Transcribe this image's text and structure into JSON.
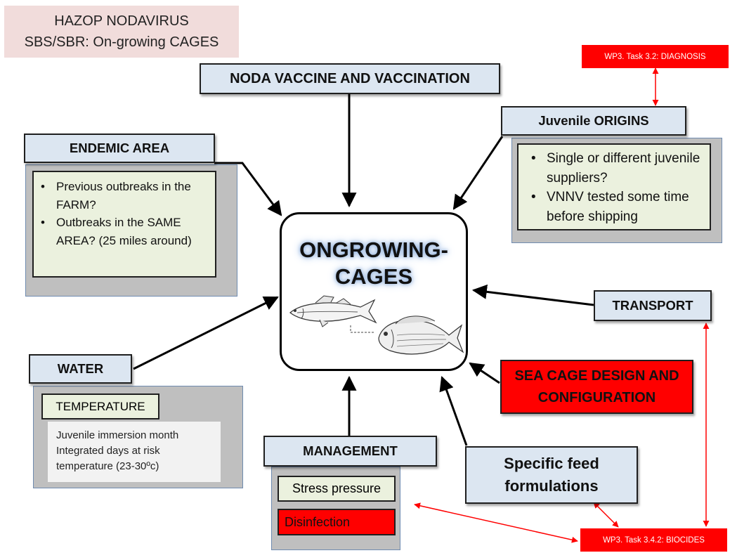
{
  "title": {
    "line1": "HAZOP NODAVIRUS",
    "line2": "SBS/SBR: On-growing CAGES"
  },
  "center": {
    "line1": "ONGROWING-",
    "line2": "CAGES",
    "images": [
      "seabass-illustration",
      "seabream-illustration"
    ]
  },
  "nodes": {
    "vaccine": "NODA VACCINE AND VACCINATION",
    "endemic": {
      "header": "ENDEMIC AREA",
      "items": [
        "Previous outbreaks in the FARM?",
        "Outbreaks in the SAME AREA? (25 miles around)"
      ]
    },
    "origins": {
      "header": "Juvenile ORIGINS",
      "items": [
        "Single or different juvenile  suppliers?",
        "VNNV tested some time before shipping"
      ]
    },
    "transport": "TRANSPORT",
    "water": {
      "header": "WATER",
      "temperature": "TEMPERATURE",
      "detail_lines": [
        "Juvenile immersion month",
        "Integrated days at risk",
        "temperature (23-30ºc)"
      ]
    },
    "sea_cage": "SEA CAGE DESIGN AND CONFIGURATION",
    "feed": "Specific feed formulations",
    "management": {
      "header": "MANAGEMENT",
      "items": [
        "Stress pressure",
        "Disinfection"
      ]
    }
  },
  "tags": {
    "diagnosis": "WP3. Task 3.2: DIAGNOSIS",
    "biocides": "WP3. Task 3.4.2: BIOCIDES"
  },
  "colors": {
    "header_fill": "#dce6f1",
    "panel_fill": "#bfbfbf",
    "list_fill": "#ebf1de",
    "alert_red": "#ff0000",
    "title_fill": "#f1dcdb"
  }
}
